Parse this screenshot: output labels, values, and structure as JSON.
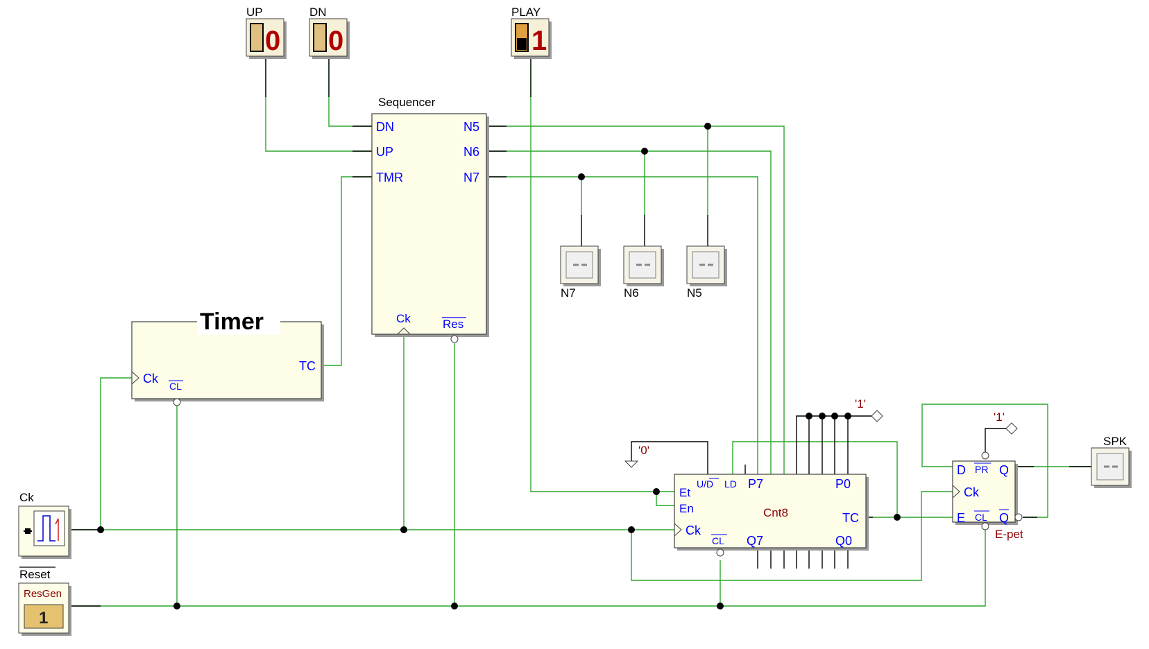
{
  "switches": [
    {
      "label": "UP",
      "value": "0",
      "state": "off"
    },
    {
      "label": "DN",
      "value": "0",
      "state": "off"
    },
    {
      "label": "PLAY",
      "value": "1",
      "state": "on"
    }
  ],
  "sequencer": {
    "title": "Sequencer",
    "left_pins": [
      "DN",
      "UP",
      "TMR"
    ],
    "right_pins": [
      "N5",
      "N6",
      "N7"
    ],
    "bottom_pins": [
      "Ck",
      "Res"
    ]
  },
  "timer": {
    "title": "Timer",
    "pins": {
      "ck": "Ck",
      "cl": "CL",
      "tc": "TC"
    }
  },
  "probes": [
    {
      "label": "N7"
    },
    {
      "label": "N6"
    },
    {
      "label": "N5"
    },
    {
      "label": "SPK"
    }
  ],
  "clock": {
    "label": "Ck"
  },
  "resgen": {
    "label": "Reset",
    "name": "ResGen",
    "value": "1"
  },
  "counter": {
    "name": "Cnt8",
    "pins": {
      "ud": "U/D",
      "ld": "LD",
      "p7": "P7",
      "p0": "P0",
      "et": "Et",
      "en": "En",
      "ck": "Ck",
      "cl": "CL",
      "q7": "Q7",
      "q0": "Q0",
      "tc": "TC"
    }
  },
  "flipflop": {
    "name": "E-pet",
    "pins": {
      "d": "D",
      "pr": "PR",
      "q": "Q",
      "ck": "Ck",
      "e": "E",
      "cl": "CL",
      "qn": "Q"
    }
  },
  "constants": {
    "one_a": "'1'",
    "one_b": "'1'",
    "zero": "'0'"
  },
  "colors": {
    "wire": "#2aa52a",
    "pin_text": "#0000ff",
    "const_text": "#8b0000",
    "component_fill": "#fdfde8"
  }
}
